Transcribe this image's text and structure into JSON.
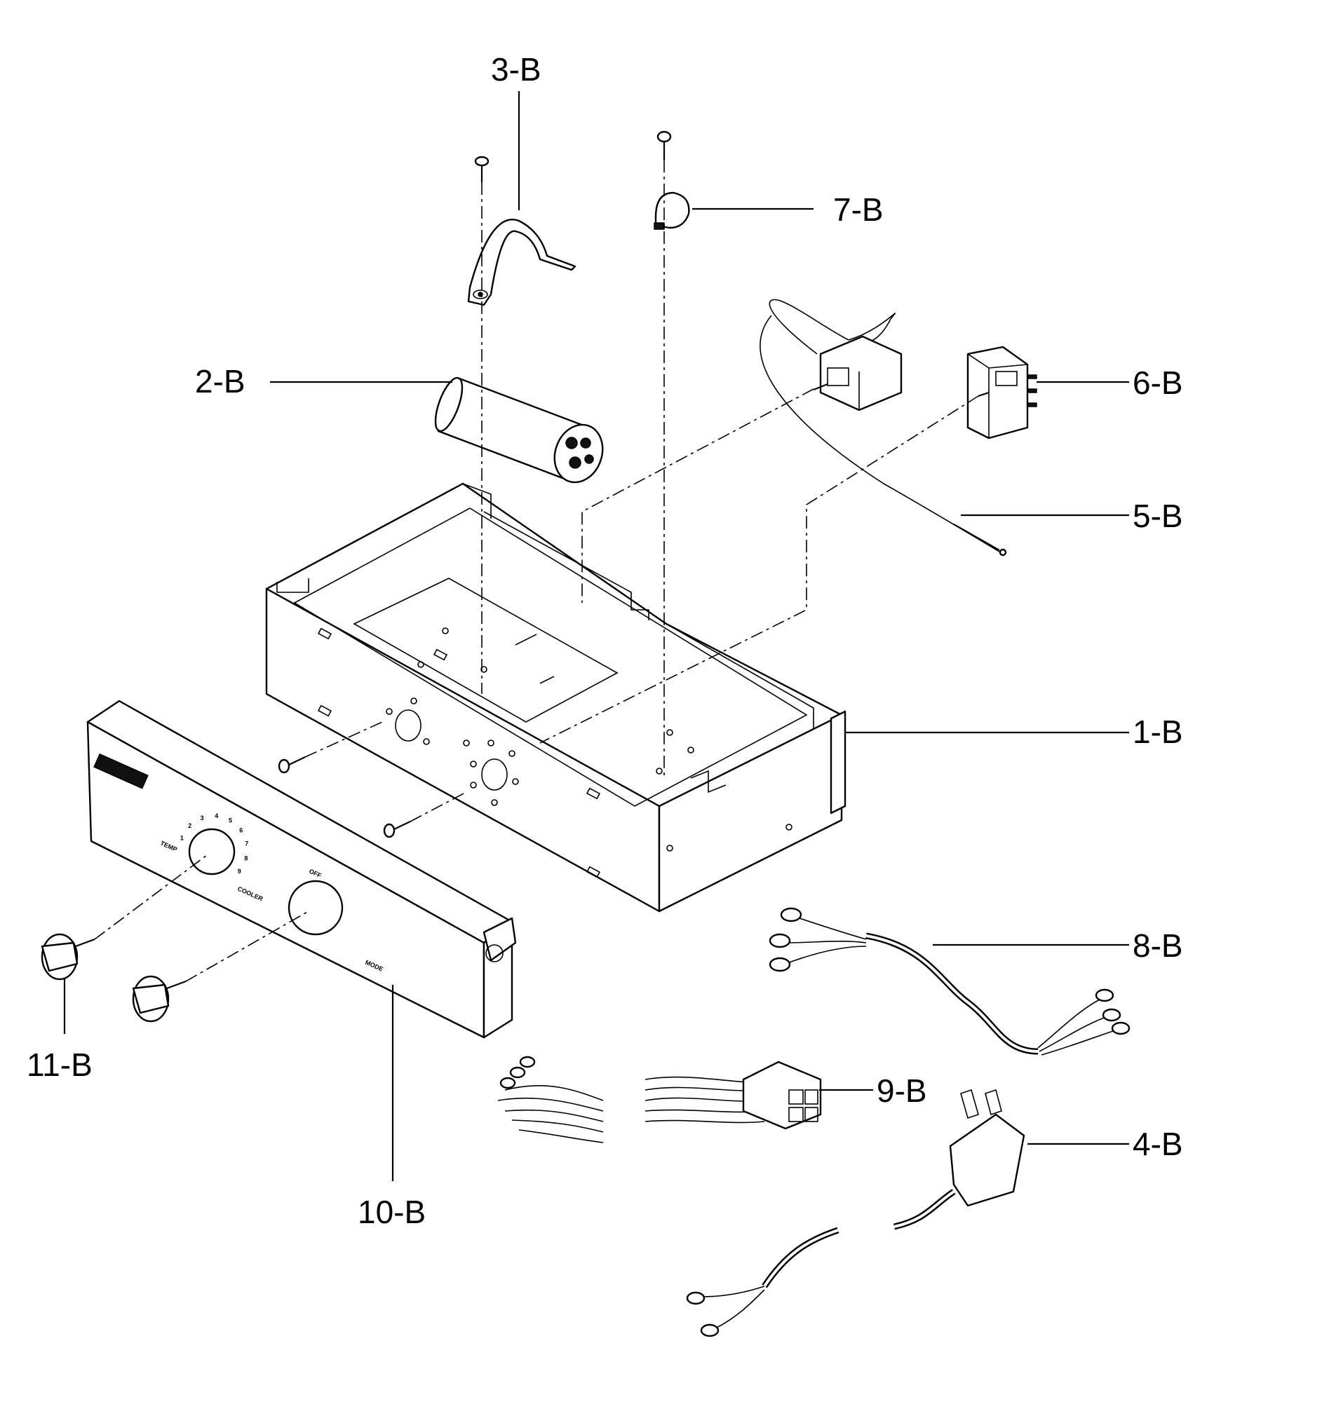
{
  "callouts": [
    {
      "id": "1-B"
    },
    {
      "id": "2-B"
    },
    {
      "id": "3-B"
    },
    {
      "id": "4-B"
    },
    {
      "id": "5-B"
    },
    {
      "id": "6-B"
    },
    {
      "id": "7-B"
    },
    {
      "id": "8-B"
    },
    {
      "id": "9-B"
    },
    {
      "id": "10-B"
    },
    {
      "id": "11-B"
    }
  ],
  "panel": {
    "temp_label": "TEMP",
    "mode_label": "MODE",
    "cooler_label": "COOLER",
    "off_label": "OFF",
    "dial_numbers": [
      "1",
      "2",
      "3",
      "4",
      "5",
      "6",
      "7",
      "8",
      "9"
    ]
  }
}
